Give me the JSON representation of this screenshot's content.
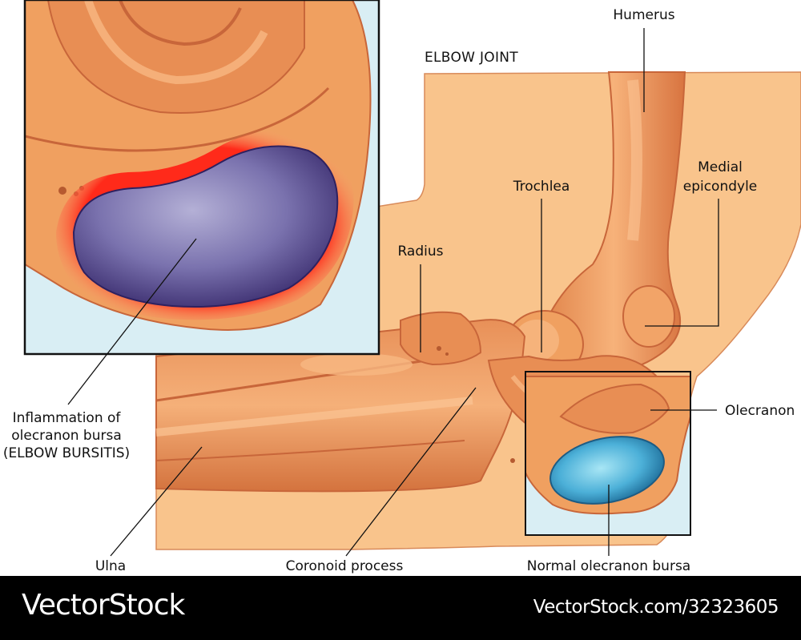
{
  "title": "ELBOW JOINT",
  "labels": {
    "humerus": "Humerus",
    "medial_epicondyle_line1": "Medial",
    "medial_epicondyle_line2": "epicondyle",
    "trochlea": "Trochlea",
    "radius": "Radius",
    "olecranon": "Olecranon",
    "ulna": "Ulna",
    "coronoid_process": "Coronoid process",
    "normal_bursa": "Normal olecranon bursa",
    "inflamed_line1": "Inflammation of",
    "inflamed_line2": "olecranon bursa",
    "inflamed_line3": "(ELBOW BURSITIS)"
  },
  "footer": {
    "brand": "VectorStock",
    "url": "VectorStock.com/32323605"
  },
  "colors": {
    "skin": "#f9c48c",
    "bone": "#f0a060",
    "bone_dark": "#c8663a",
    "background_tissue": "#d9eef4",
    "normal_bursa": "#3aa0cc",
    "inflamed_bursa": "#5a4a8c",
    "inflammation_rim": "#ff3b2a"
  }
}
